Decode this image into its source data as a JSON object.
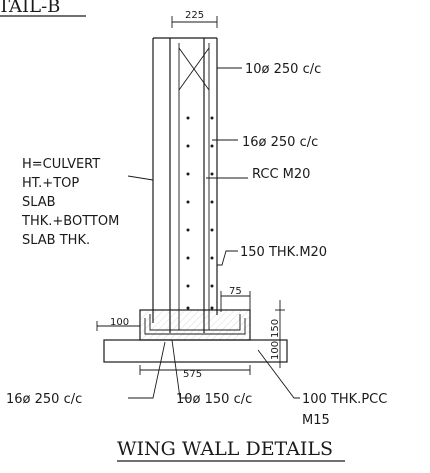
{
  "header_fragment": "TAIL-B",
  "title": "WING WALL DETAILS",
  "dims": {
    "wall_width": "225",
    "toe_width": "100",
    "heel_width": "75",
    "base_length": "575",
    "base_thickness": "100",
    "base_150": "150"
  },
  "height_note": [
    "H=CULVERT",
    "HT.+TOP",
    "SLAB",
    "THK.+BOTTOM",
    "SLAB THK."
  ],
  "callouts": {
    "top_bar": "10ø 250 c/c",
    "main_bar": "16ø 250 c/c",
    "concrete": "RCC M20",
    "thk_m20": "150 THK.M20",
    "base_bar_left": "16ø 250 c/c",
    "base_bar_mid": "10ø 150 c/c",
    "pcc_line1": "100 THK.PCC",
    "pcc_line2": "M15"
  }
}
